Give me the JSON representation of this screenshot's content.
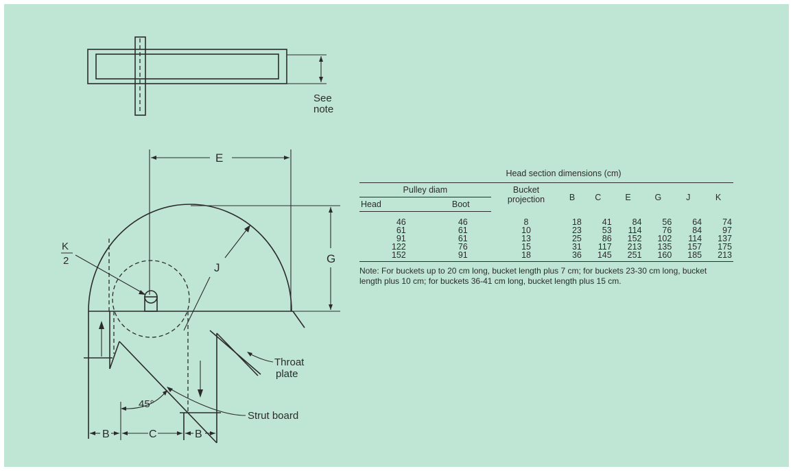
{
  "figure_labels": {
    "see_note_1": "See",
    "see_note_2": "note",
    "E": "E",
    "G": "G",
    "J": "J",
    "K": "K",
    "K_den": "2",
    "throat_1": "Throat",
    "throat_2": "plate",
    "angle": "45°",
    "strut": "Strut board",
    "B_left": "B",
    "C": "C",
    "B_right": "B"
  },
  "table": {
    "title": "Head section dimensions (cm)",
    "group_header": "Pulley diam",
    "headers": {
      "head": "Head",
      "boot": "Boot",
      "bucket_1": "Bucket",
      "bucket_2": "projection",
      "B": "B",
      "C": "C",
      "E": "E",
      "G": "G",
      "J": "J",
      "K": "K"
    },
    "rows": [
      [
        "46",
        "46",
        "8",
        "18",
        "41",
        "84",
        "56",
        "64",
        "74"
      ],
      [
        "61",
        "61",
        "10",
        "23",
        "53",
        "114",
        "76",
        "84",
        "97"
      ],
      [
        "91",
        "61",
        "13",
        "25",
        "86",
        "152",
        "102",
        "114",
        "137"
      ],
      [
        "122",
        "76",
        "15",
        "31",
        "117",
        "213",
        "135",
        "157",
        "175"
      ],
      [
        "152",
        "91",
        "18",
        "36",
        "145",
        "251",
        "160",
        "185",
        "213"
      ]
    ],
    "note": "Note: For buckets up to 20 cm long, bucket length plus 7 cm; for buckets 23-30 cm long, bucket length plus 10 cm; for buckets 36-41 cm long, bucket length plus 15 cm."
  }
}
